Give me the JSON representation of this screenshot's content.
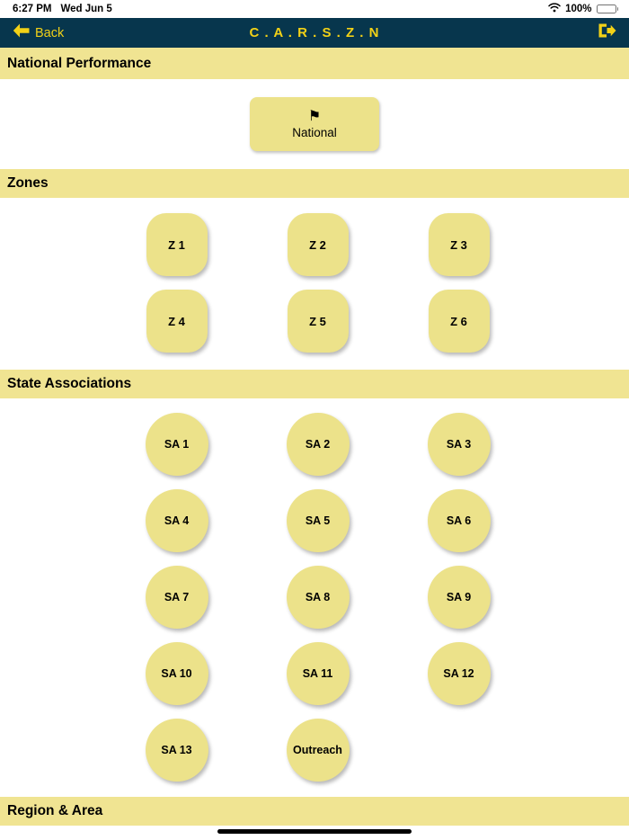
{
  "status_bar": {
    "time": "6:27 PM",
    "date": "Wed Jun 5",
    "battery_percent": "100%"
  },
  "nav_bar": {
    "back_label": "Back",
    "title": "C . A . R . S . Z . N"
  },
  "national": {
    "header": "National Performance",
    "button_label": "National"
  },
  "zones": {
    "header": "Zones",
    "buttons": [
      "Z 1",
      "Z 2",
      "Z 3",
      "Z 4",
      "Z 5",
      "Z 6"
    ]
  },
  "state_associations": {
    "header": "State Associations",
    "buttons": [
      "SA 1",
      "SA 2",
      "SA 3",
      "SA 4",
      "SA 5",
      "SA 6",
      "SA 7",
      "SA 8",
      "SA 9",
      "SA 10",
      "SA 11",
      "SA 12",
      "SA 13",
      "Outreach"
    ]
  },
  "region_area": {
    "header": "Region & Area"
  },
  "icons": {
    "flag": "⚑"
  },
  "colors": {
    "nav_bg": "#07364d",
    "accent_yellow": "#f2d117",
    "header_yellow": "#f0e492",
    "button_yellow": "#ece28a"
  }
}
